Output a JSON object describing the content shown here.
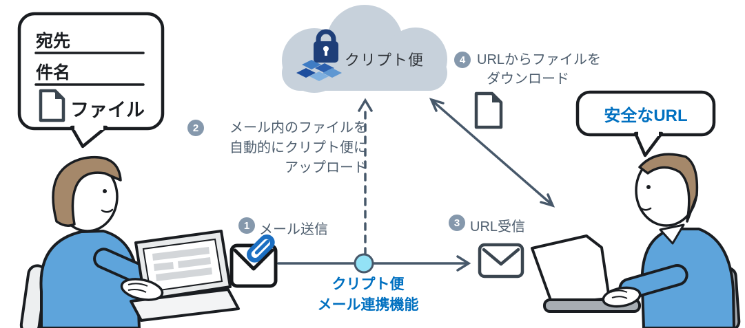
{
  "left_bubble": {
    "field1_label": "宛先",
    "field2_label": "件名",
    "file_label": "ファイル"
  },
  "cloud": {
    "service_name": "クリプト便"
  },
  "steps": {
    "s1": {
      "num": "1",
      "label": "メール送信"
    },
    "s2": {
      "num": "2",
      "line1": "メール内のファイルを",
      "line2": "自動的にクリプト便に",
      "line3": "アップロード"
    },
    "s3": {
      "num": "3",
      "label": "URL受信"
    },
    "s4": {
      "num": "4",
      "line1": "URLからファイルを",
      "line2": "ダウンロード"
    }
  },
  "center_caption": {
    "line1": "クリプト便",
    "line2": "メール連携機能"
  },
  "right_bubble": {
    "label": "安全なURL"
  },
  "colors": {
    "accent_blue": "#0070C0",
    "arrow_slate": "#47586A",
    "step_text": "#4E5E6E",
    "badge_bg": "#8598AC",
    "cloud_gray": "#C7D1DB",
    "node_cyan": "#93E2F6",
    "paperclip_blue": "#1C6FC2",
    "shirt_blue": "#5EA4DB",
    "hair_brown": "#A5886A"
  }
}
